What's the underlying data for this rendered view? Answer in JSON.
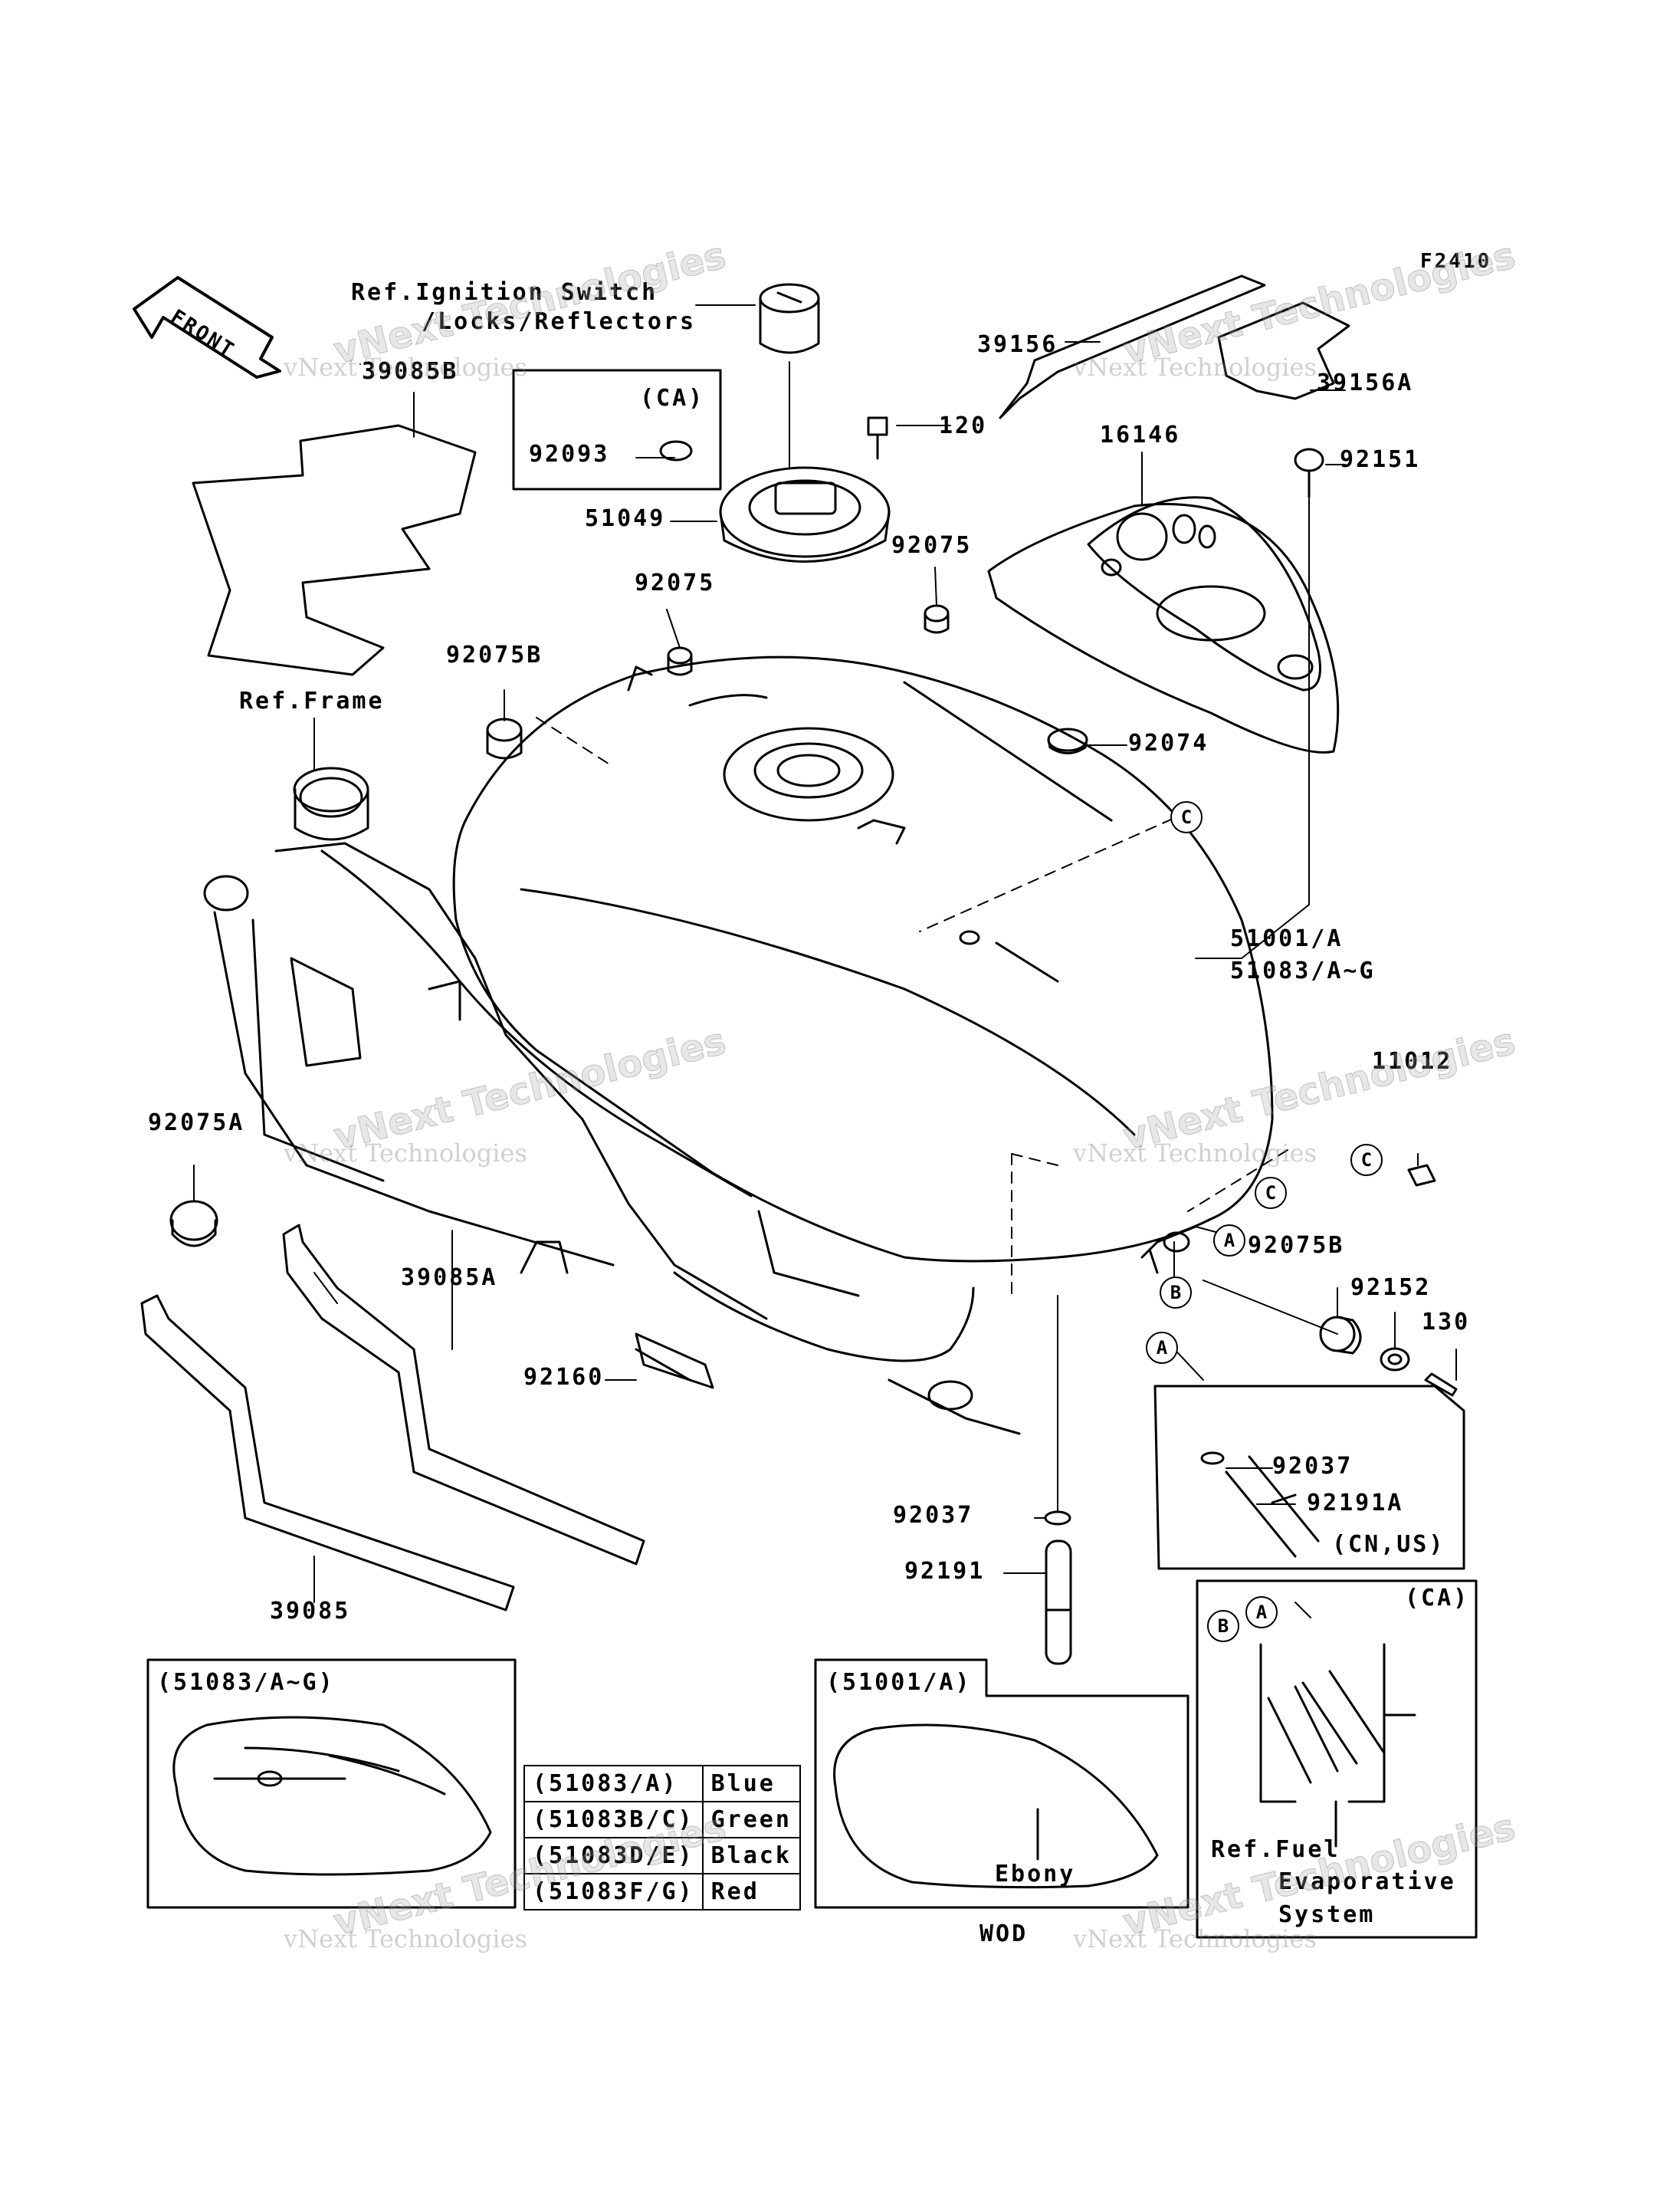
{
  "figure_code": "F2410",
  "front_label": "FRONT",
  "labels": {
    "ref_ignition_line1": "Ref.Ignition Switch",
    "ref_ignition_line2": "/Locks/Reflectors",
    "p39085b": "39085B",
    "ca_top": "(CA)",
    "p92093": "92093",
    "p51049": "51049",
    "p120": "120",
    "p39156": "39156",
    "p39156a": "39156A",
    "p16146": "16146",
    "p92151": "92151",
    "p92075_left": "92075",
    "p92075_right": "92075",
    "p92075b_left": "92075B",
    "ref_frame": "Ref.Frame",
    "p92074": "92074",
    "p51001a": "51001/A",
    "p51083ag": "51083/A~G",
    "p11012": "11012",
    "p92075a": "92075A",
    "p39085a": "39085A",
    "p92160": "92160",
    "p92075b_right": "92075B",
    "p92152": "92152",
    "p130": "130",
    "p92037_box": "92037",
    "p92191a": "92191A",
    "cn_us": "(CN,US)",
    "p92037": "92037",
    "p92191": "92191",
    "p39085": "39085",
    "ca_bottom": "(CA)",
    "ref_fuel_line1": "Ref.Fuel",
    "ref_fuel_line2": "Evaporative",
    "ref_fuel_line3": "System",
    "inset_left_title": "(51083/A~G)",
    "inset_right_title": "(51001/A)",
    "ebony": "Ebony",
    "wod": "WOD"
  },
  "callouts": {
    "c_upper": "C",
    "c_right_a": "C",
    "c_right_b": "C",
    "a_tank": "A",
    "b_tank": "B",
    "a_box": "A",
    "a_ca": "A",
    "b_ca": "B"
  },
  "color_table": [
    {
      "code": "(51083/A)",
      "color": "Blue"
    },
    {
      "code": "(51083B/C)",
      "color": "Green"
    },
    {
      "code": "(51083D/E)",
      "color": "Black"
    },
    {
      "code": "(51083F/G)",
      "color": "Red"
    }
  ],
  "watermark": {
    "line1": "vNext Technologies",
    "line2": "vNext Technologies"
  }
}
